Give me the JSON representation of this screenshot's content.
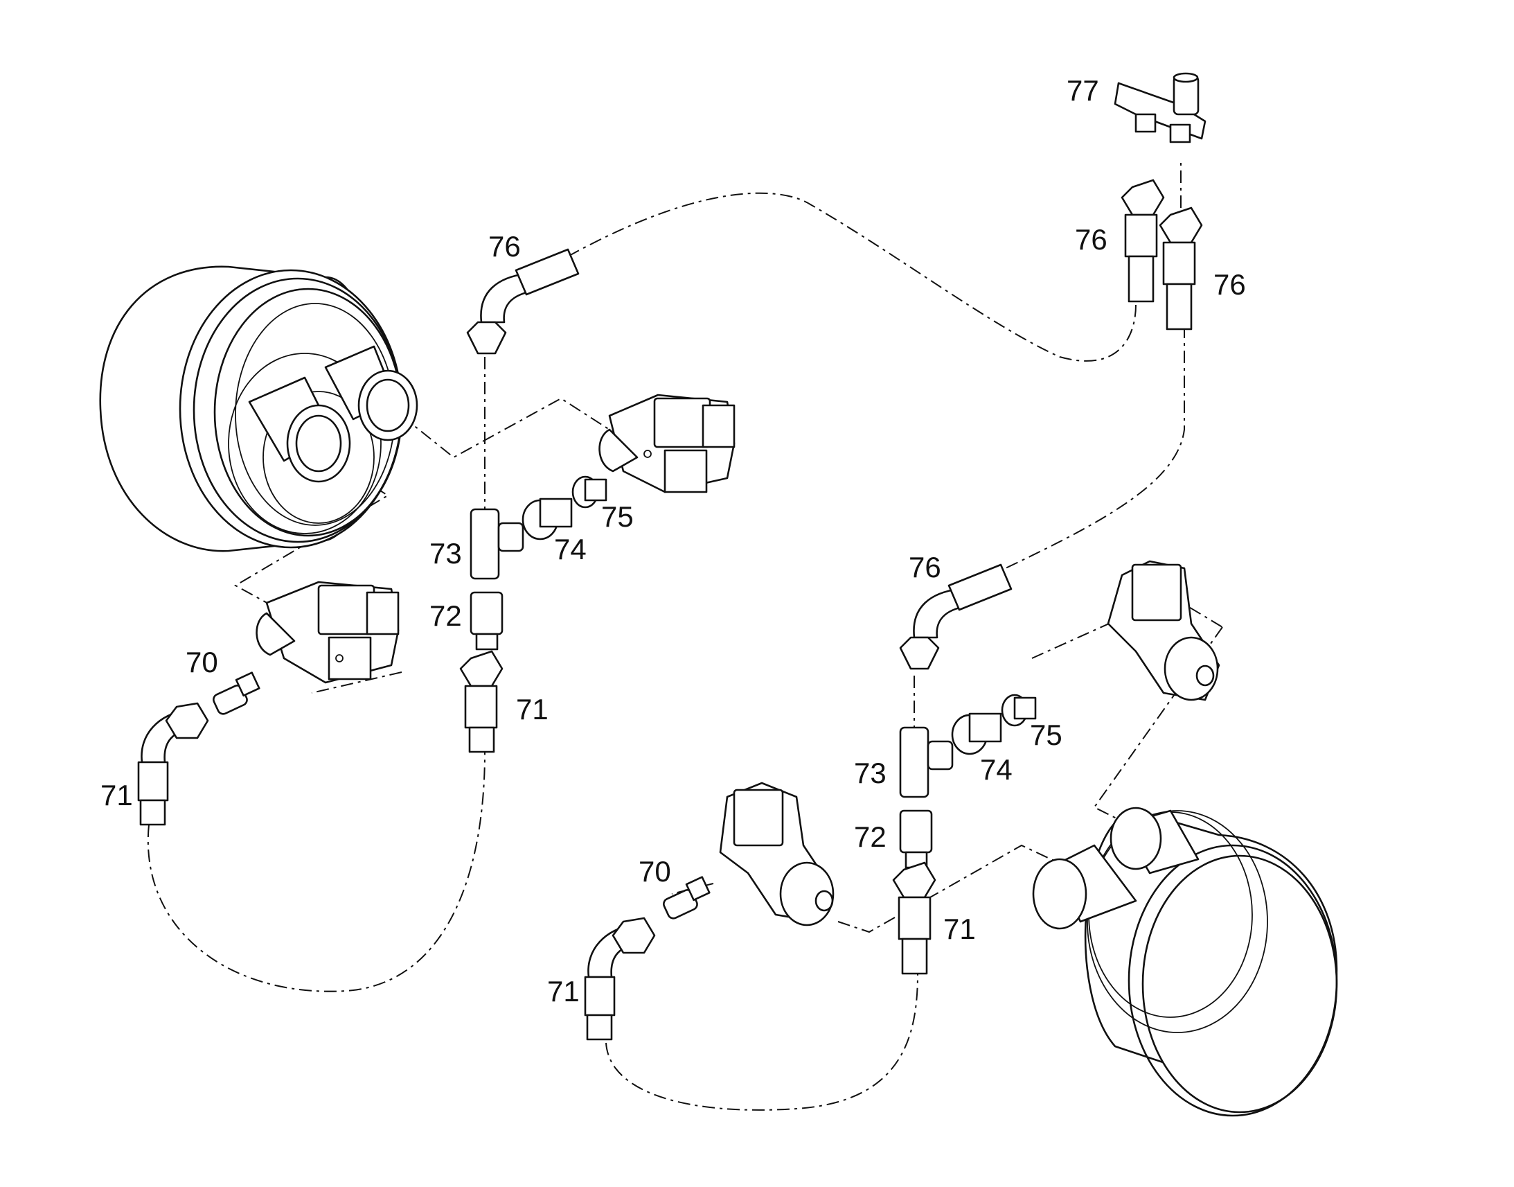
{
  "callouts": {
    "c70a": "70",
    "c70b": "70",
    "c71a": "71",
    "c71b": "71",
    "c71c": "71",
    "c71d": "71",
    "c72a": "72",
    "c72b": "72",
    "c73a": "73",
    "c73b": "73",
    "c74a": "74",
    "c74b": "74",
    "c75a": "75",
    "c75b": "75",
    "c76a": "76",
    "c76b": "76",
    "c76c": "76",
    "c76d": "76",
    "c77": "77"
  }
}
